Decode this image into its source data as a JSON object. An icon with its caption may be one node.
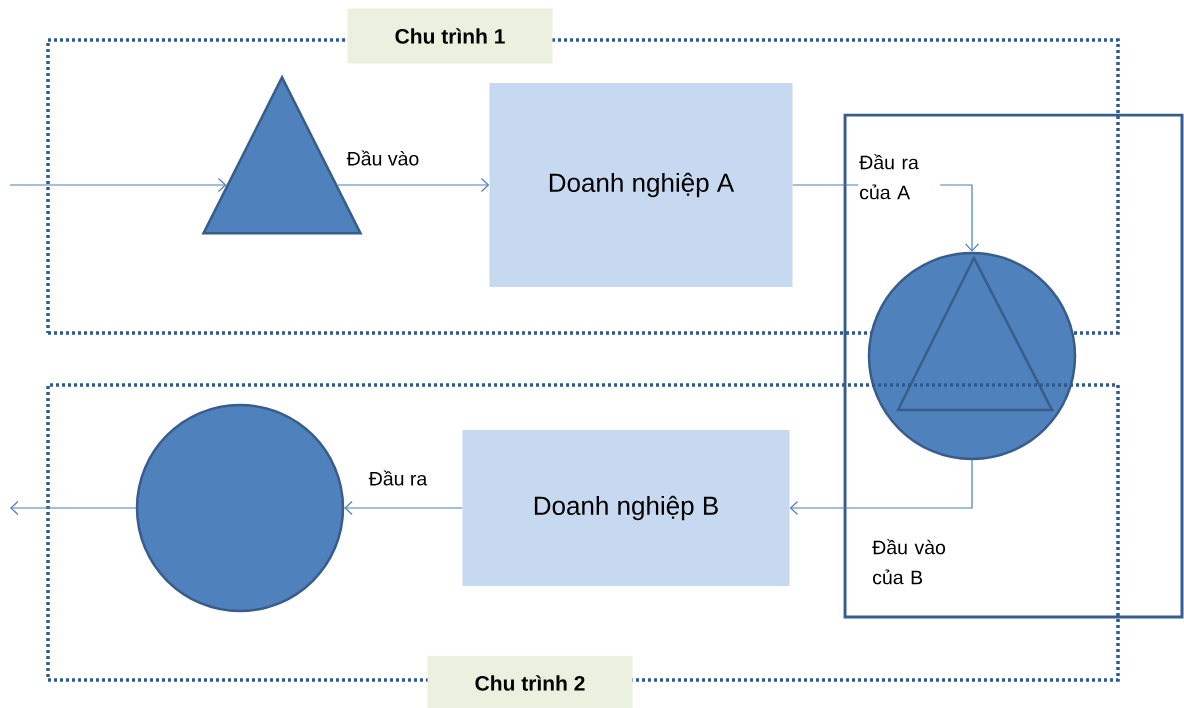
{
  "diagram": {
    "nodes": [
      {
        "text": [
          "Chu trình 1"
        ]
      },
      {
        "text": [],
        "shape": "triangle",
        "in": 0
      },
      {
        "text": [
          "Doanh nghiệp A"
        ],
        "in": 0
      },
      {
        "text": [],
        "shape": "box"
      },
      {
        "text": [],
        "shape": "circle",
        "in": 3
      },
      {
        "text": [
          "Chu trình 2"
        ]
      },
      {
        "text": [
          "Doanh nghiệp B"
        ],
        "in": 5
      },
      {
        "text": [],
        "shape": "circle",
        "in": 5
      }
    ],
    "edges": [
      {
        "from": null,
        "to": 1,
        "arrow": "to"
      },
      {
        "from": 1,
        "to": 2,
        "arrow": "to",
        "label": "Đầu vào"
      },
      {
        "from": 2,
        "to": 4,
        "arrow": "to",
        "label": "Đầu ra của A"
      },
      {
        "from": 4,
        "to": 6,
        "arrow": "to",
        "label": "Đầu vào của B"
      },
      {
        "from": 6,
        "to": 7,
        "arrow": "to",
        "label": "Đầu ra"
      },
      {
        "from": 7,
        "to": null,
        "arrow": "to"
      }
    ]
  }
}
